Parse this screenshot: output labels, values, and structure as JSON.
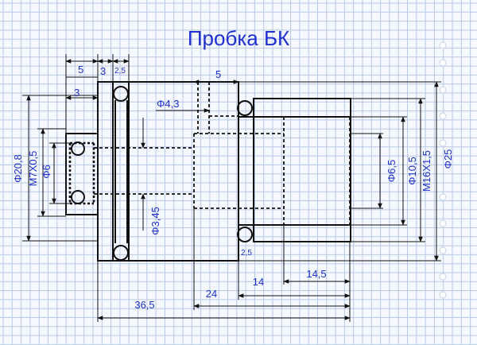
{
  "title": "Пробка БК",
  "dimensions": {
    "top_5": "5",
    "top_3": "3",
    "top_2_5": "2,5",
    "hole_5": "5",
    "left_3": "3",
    "d_4_3": "Φ4,3",
    "d_20_8": "Φ20,8",
    "m7": "M7X0,5",
    "d_6_left": "Φ6",
    "d_3_45": "Φ3,45",
    "d_6_5": "Φ6,5",
    "d_10_5": "Φ10,5",
    "m16": "M16X1,5",
    "d_25": "Φ25",
    "bottom_2_5": "2,5",
    "len_14_5": "14,5",
    "len_14": "14",
    "len_24": "24",
    "len_36_5": "36,5"
  },
  "colors": {
    "grid": "#b9c9e6",
    "ink": "#111111",
    "annotation": "#1c2fc8"
  }
}
